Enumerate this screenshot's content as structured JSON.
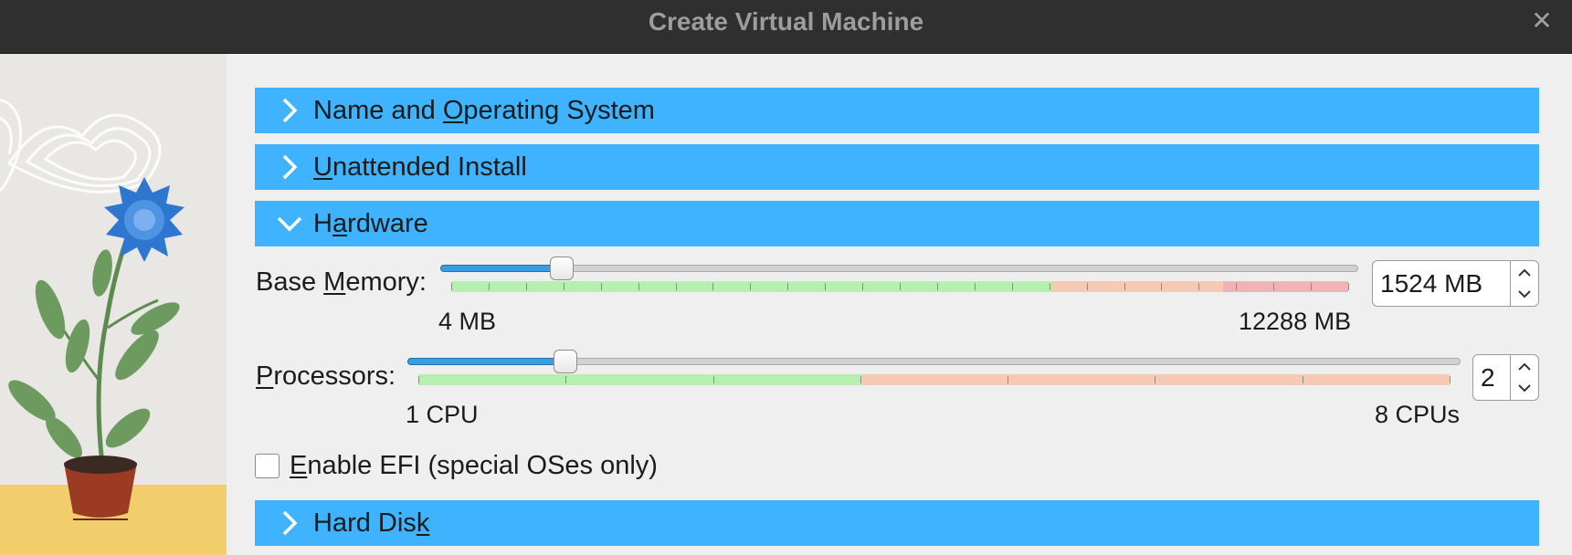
{
  "window": {
    "title": "Create Virtual Machine",
    "close_icon": "close-icon"
  },
  "sections": [
    {
      "id": "name_os",
      "label": "Name and Operating System",
      "mnemonic_index": 9,
      "expanded": false
    },
    {
      "id": "unattended",
      "label": "Unattended Install",
      "mnemonic_index": 0,
      "expanded": false
    },
    {
      "id": "hardware",
      "label": "Hardware",
      "mnemonic_index": 1,
      "expanded": true
    },
    {
      "id": "hard_disk",
      "label": "Hard Disk",
      "mnemonic_index": 8,
      "expanded": false
    }
  ],
  "hardware": {
    "base_memory": {
      "label": "Base Memory:",
      "mnemonic_index": 5,
      "min_label": "4 MB",
      "max_label": "12288 MB",
      "value_text": "1524 MB",
      "value": 1524,
      "min": 4,
      "max": 12288,
      "zones": {
        "green_end": 0.67,
        "orange_end": 0.86
      },
      "tick_count": 25
    },
    "processors": {
      "label": "Processors:",
      "mnemonic_index": 0,
      "min_label": "1 CPU",
      "max_label": "8 CPUs",
      "value_text": "2",
      "value": 2,
      "min": 1,
      "max": 8,
      "zones": {
        "green_end": 0.43,
        "orange_end": 1.0
      },
      "tick_count": 8
    },
    "efi": {
      "label": "Enable EFI (special OSes only)",
      "mnemonic_index": 0,
      "checked": false
    }
  },
  "colors": {
    "section_bar": "#3fb3ff",
    "slider_fill": "#3a9de0",
    "zone_green": "#b5f0b1",
    "zone_orange": "#f5c9b4",
    "zone_red": "#f2b3b6"
  }
}
